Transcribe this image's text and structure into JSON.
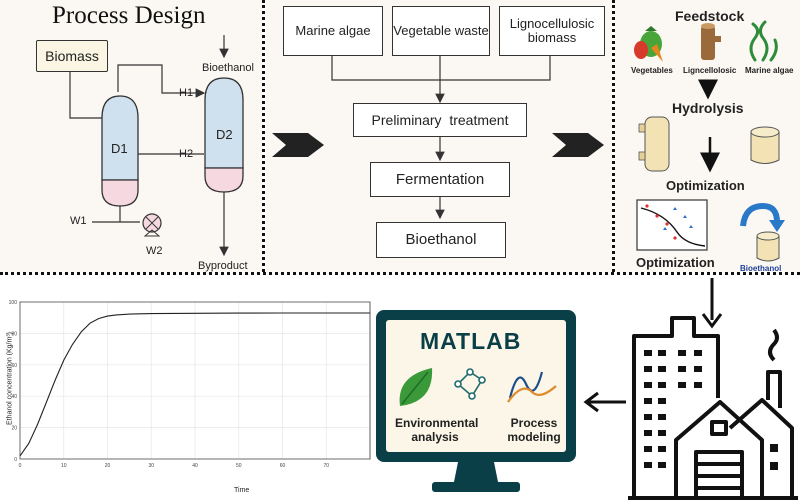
{
  "process_design": {
    "title": "Process Design",
    "biomass": "Biomass",
    "d1": "D1",
    "d2": "D2",
    "h1": "H1",
    "h2": "H2",
    "w1": "W1",
    "w2": "W2",
    "bioethanol": "Bioethanol",
    "byproduct": "Byproduct"
  },
  "flowchart": {
    "sources": [
      "Marine algae",
      "Vegetable waste",
      "Lignocellulosic biomass"
    ],
    "steps": [
      "Preliminary  treatment",
      "Fermentation",
      "Bioethanol"
    ]
  },
  "feedstock_panel": {
    "title": "Feedstock",
    "items": [
      "Vegetables",
      "Ligncellolosic",
      "Marine algae"
    ],
    "hydrolysis": "Hydrolysis",
    "optimization_1": "Optimization",
    "optimization_2": "Optimization",
    "bioethanol": "Bioethanol"
  },
  "matlab_screen": {
    "title": "MATLAB",
    "left_label": "Environmental analysis",
    "right_label": "Process modeling"
  },
  "colors": {
    "vessel_top": "#cfe0ee",
    "vessel_bottom": "#f6d9e0",
    "monitor_frame": "#0b3f47",
    "leaf": "#3a9a3a",
    "bioethanol_text": "#1f3f9a"
  },
  "chart_data": {
    "type": "line",
    "title": "",
    "xlabel": "Time",
    "ylabel": "Ethanol concentration (Kg/m³)",
    "xlim": [
      0,
      80
    ],
    "ylim": [
      0,
      100
    ],
    "xticks": [
      "0",
      "10",
      "20",
      "30",
      "40",
      "50",
      "60",
      "70"
    ],
    "yticks": [
      "0",
      "20",
      "40",
      "60",
      "80",
      "100"
    ],
    "grid": true,
    "series": [
      {
        "x": [
          0,
          2,
          4,
          6,
          8,
          10,
          12,
          14,
          16,
          18,
          20,
          22,
          25,
          30,
          40,
          50,
          60,
          70,
          80
        ],
        "y": [
          2,
          10,
          22,
          36,
          50,
          63,
          73,
          81,
          86.5,
          89.5,
          91,
          91.8,
          92.3,
          92.6,
          92.8,
          92.9,
          93,
          93,
          93
        ]
      }
    ]
  }
}
